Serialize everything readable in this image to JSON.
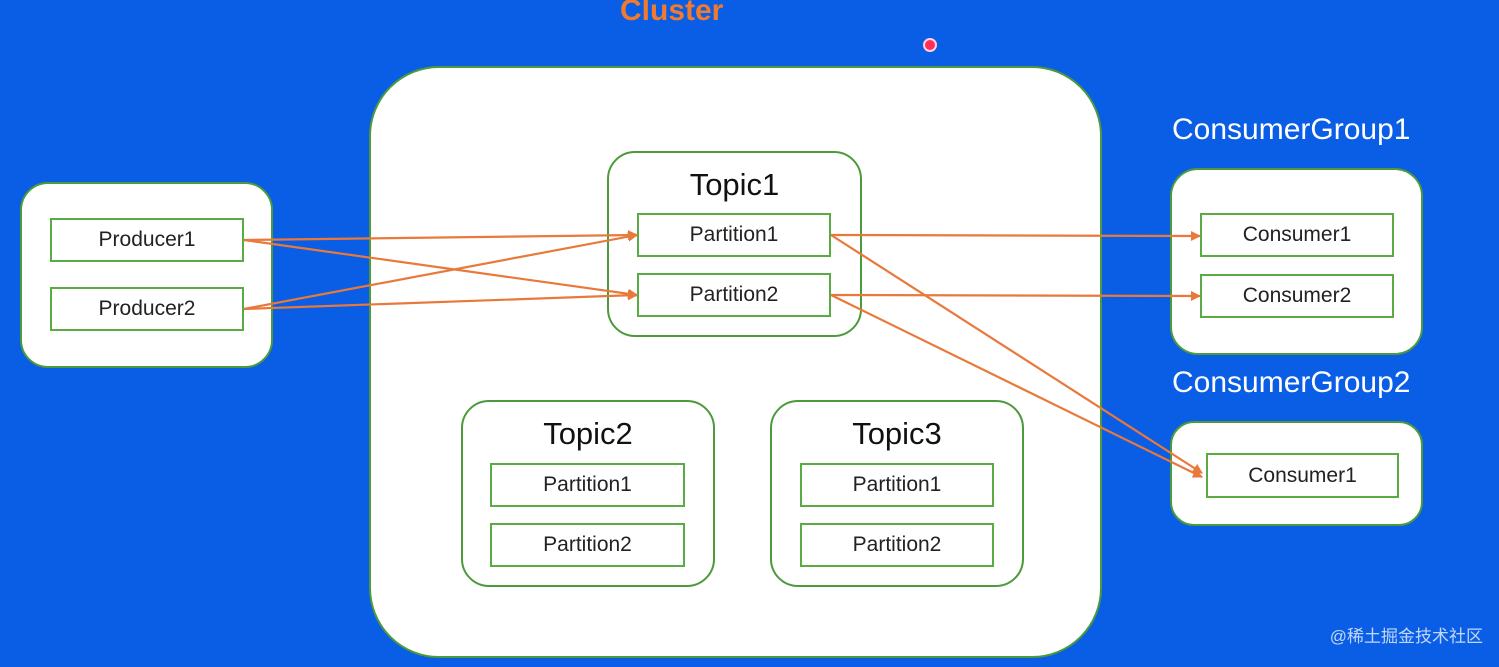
{
  "cluster": {
    "title": "Cluster"
  },
  "producers": {
    "items": [
      {
        "id": "p1",
        "label": "Producer1"
      },
      {
        "id": "p2",
        "label": "Producer2"
      }
    ]
  },
  "topics": [
    {
      "id": "t1",
      "title": "Topic1",
      "partitions": [
        "Partition1",
        "Partition2"
      ]
    },
    {
      "id": "t2",
      "title": "Topic2",
      "partitions": [
        "Partition1",
        "Partition2"
      ]
    },
    {
      "id": "t3",
      "title": "Topic3",
      "partitions": [
        "Partition1",
        "Partition2"
      ]
    }
  ],
  "consumer_groups": [
    {
      "id": "g1",
      "title": "ConsumerGroup1",
      "consumers": [
        "Consumer1",
        "Consumer2"
      ]
    },
    {
      "id": "g2",
      "title": "ConsumerGroup2",
      "consumers": [
        "Consumer1"
      ]
    }
  ],
  "connections": [
    {
      "from": "p1",
      "to": "t1p1"
    },
    {
      "from": "p1",
      "to": "t1p2"
    },
    {
      "from": "p2",
      "to": "t1p1"
    },
    {
      "from": "p2",
      "to": "t1p2"
    },
    {
      "from": "t1p1",
      "to": "g1c1"
    },
    {
      "from": "t1p2",
      "to": "g1c2"
    },
    {
      "from": "t1p1",
      "to": "g2c1"
    },
    {
      "from": "t1p2",
      "to": "g2c1"
    }
  ],
  "colors": {
    "background": "#0a5ee6",
    "arrow": "#e8793a",
    "box_border": "#5bab45",
    "cluster_title": "#f07a2e"
  },
  "watermark": "@稀土掘金技术社区"
}
